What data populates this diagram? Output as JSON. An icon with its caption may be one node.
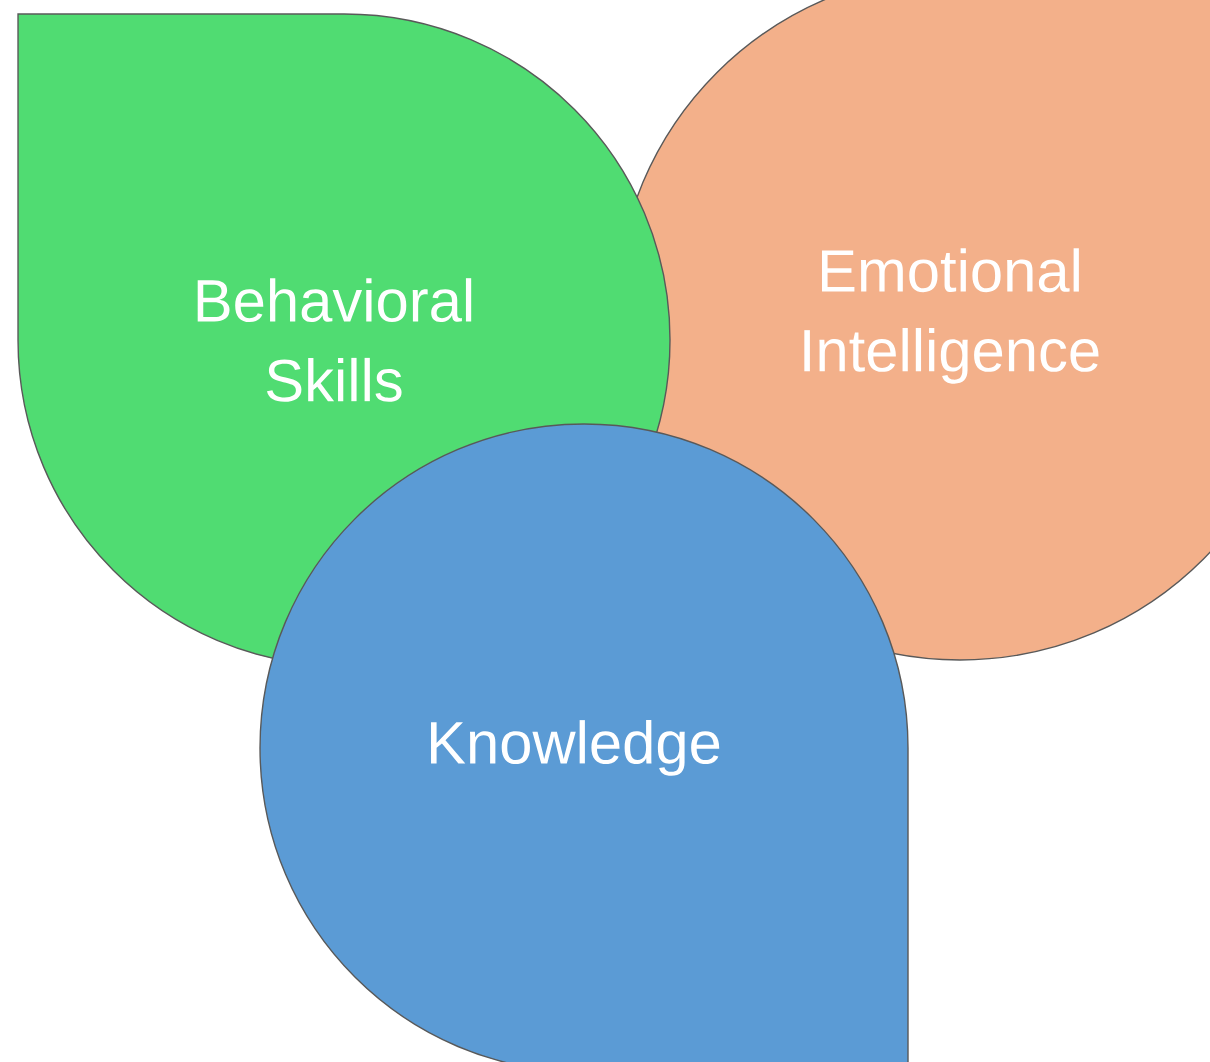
{
  "diagram": {
    "nodes": [
      {
        "text": [
          "Emotional Intelligence"
        ]
      },
      {
        "text": [
          "Behavioral Skills"
        ]
      },
      {
        "text": [
          "Knowledge"
        ]
      }
    ]
  }
}
